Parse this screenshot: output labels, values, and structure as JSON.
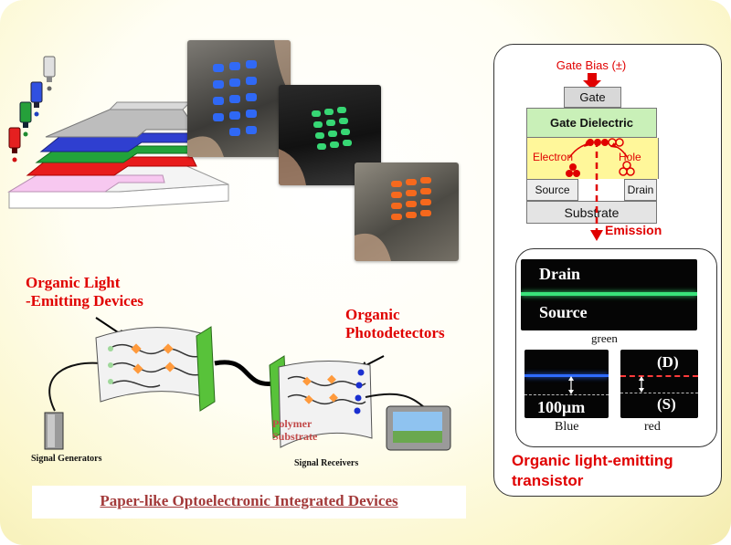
{
  "labels": {
    "oled": "Organic Light\n-Emitting Devices",
    "photodetectors": "Organic\nPhotodetectors",
    "polymer_substrate": "Polymer\nSubstrate",
    "signal_generators": "Signal Generators",
    "signal_receivers": "Signal Receivers",
    "caption": "Paper-like Optoelectronic Integrated Devices"
  },
  "transistor": {
    "gate_bias": "Gate Bias (±)",
    "gate": "Gate",
    "gate_dielectric": "Gate Dielectric",
    "electron": "Electron",
    "hole": "Hole",
    "source": "Source",
    "drain": "Drain",
    "substrate": "Substrate",
    "emission": "Emission",
    "title": "Organic light-emitting\ntransistor"
  },
  "micrographs": {
    "drain": "Drain",
    "source": "Source",
    "green": "green",
    "scale": "100μm",
    "blue": "Blue",
    "d_label": "(D)",
    "s_label": "(S)",
    "red": "red"
  },
  "colors": {
    "accent_red": "#e00000",
    "emission_blue": "#2f6bff",
    "emission_green": "#39e27a",
    "emission_orange": "#ff6a1a",
    "dielectric_green": "#c9f0b8",
    "channel_yellow": "#fff79a"
  }
}
